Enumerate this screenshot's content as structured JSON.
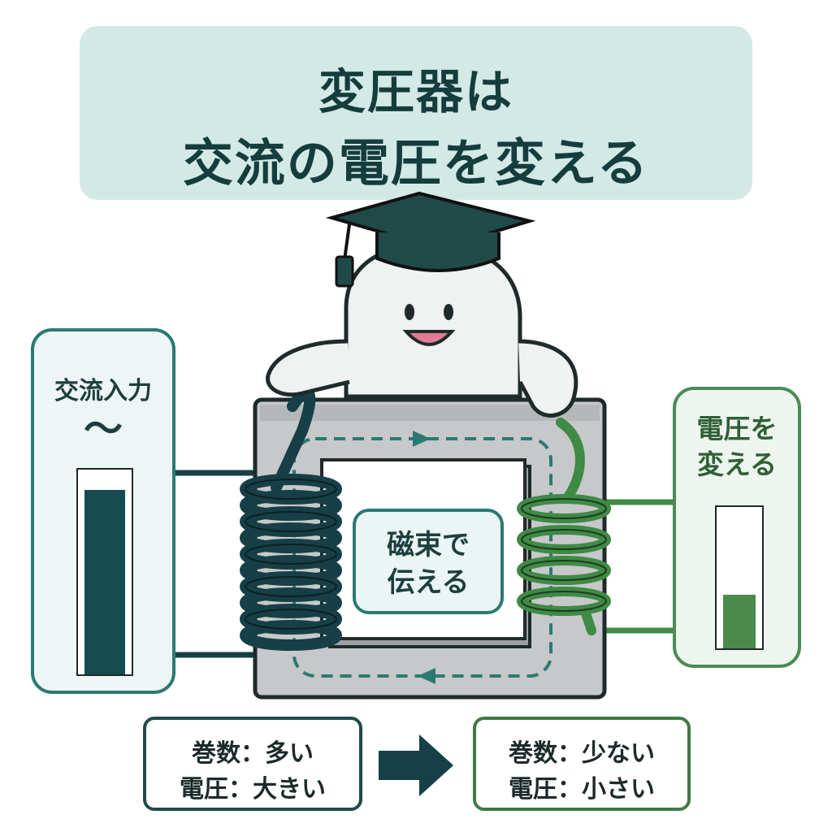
{
  "title": {
    "line1": "変圧器は",
    "line2": "交流の電圧を変える"
  },
  "left_panel": {
    "label": "交流入力",
    "wave": "～",
    "level": 0.9
  },
  "right_panel": {
    "label_line1": "電圧を",
    "label_line2": "変える",
    "level": 0.38
  },
  "core_label": {
    "line1": "磁束で",
    "line2": "伝える"
  },
  "primary_info": {
    "turns": "巻数：多い",
    "voltage": "電圧：大きい"
  },
  "secondary_info": {
    "turns": "巻数：少ない",
    "voltage": "電圧：小さい"
  },
  "colors": {
    "primary_coil": "#163f47",
    "secondary_coil": "#3f8a45",
    "core": "#c7c8c9",
    "title_bg": "#d3e9e5",
    "flux_arrow": "#2b7a72"
  },
  "icons": [
    "graduation-cap-icon",
    "arrow-right-icon",
    "sine-wave-icon"
  ]
}
